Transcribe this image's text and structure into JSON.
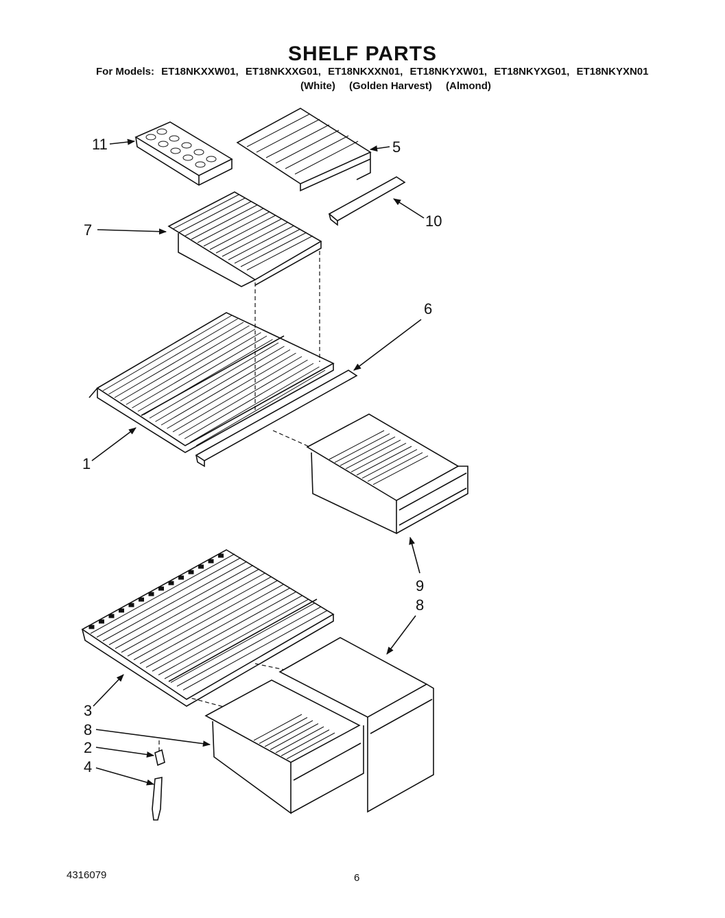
{
  "header": {
    "title": "SHELF PARTS",
    "models_prefix": "For Models:",
    "models": [
      "ET18NKXXW01,",
      "ET18NKXXG01,",
      "ET18NKXXN01,",
      "ET18NKYXW01,",
      "ET18NKYXG01,",
      "ET18NKYXN01"
    ],
    "colors": [
      "(White)",
      "(Golden Harvest)",
      "(Almond)"
    ]
  },
  "callouts": {
    "c11": "11",
    "c5": "5",
    "c10": "10",
    "c7": "7",
    "c6": "6",
    "c1": "1",
    "c9": "9",
    "c8a": "8",
    "c3": "3",
    "c8b": "8",
    "c2": "2",
    "c4": "4"
  },
  "footer": {
    "part_number": "4316079",
    "page": "6"
  }
}
